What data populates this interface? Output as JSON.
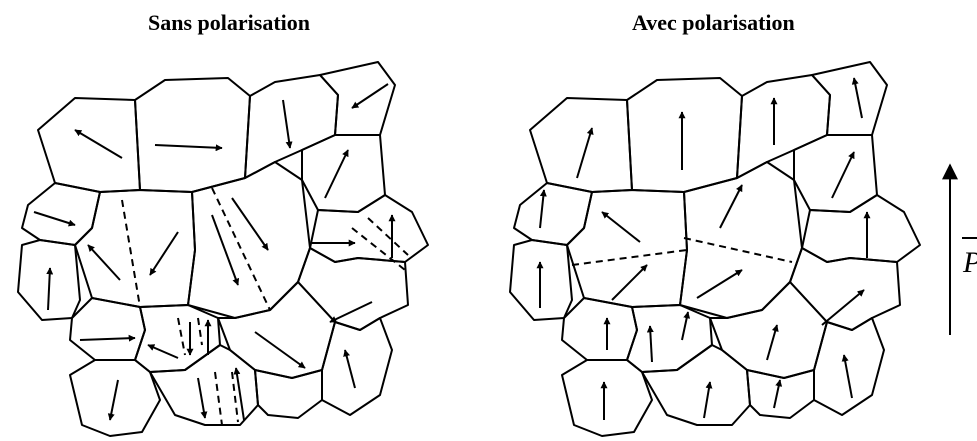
{
  "titles": {
    "left": "Sans polarisation",
    "right": "Avec polarisation"
  },
  "field_label": "P",
  "colors": {
    "ink": "#000000",
    "background": "#ffffff"
  }
}
